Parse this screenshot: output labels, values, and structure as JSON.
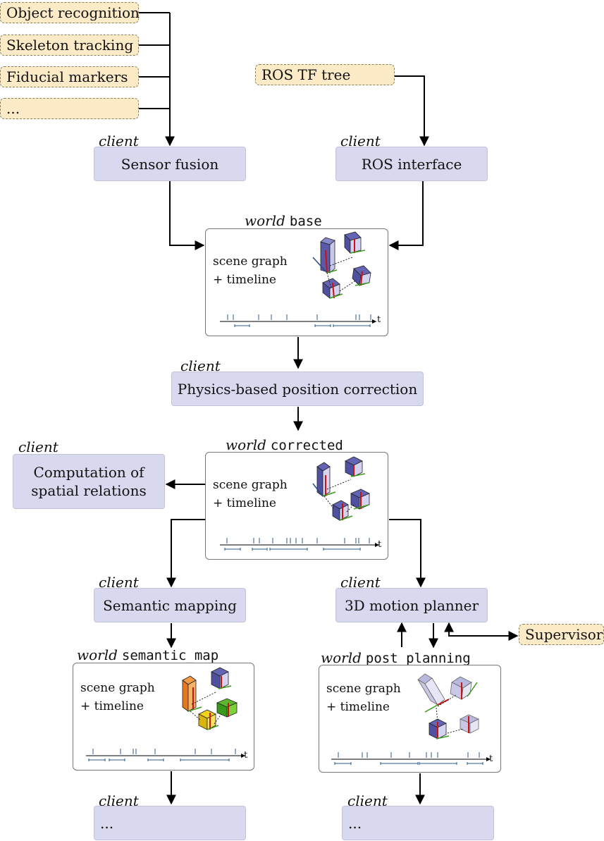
{
  "sources": {
    "object_recognition": "Object recognition",
    "skeleton_tracking": "Skeleton tracking",
    "fiducial_markers": "Fiducial markers",
    "more": "...",
    "ros_tf_tree": "ROS TF tree",
    "supervisor": "Supervisor"
  },
  "client_word": "client",
  "world_word": "world",
  "clients": {
    "sensor_fusion": "Sensor fusion",
    "ros_interface": "ROS interface",
    "physics": "Physics-based position correction",
    "spatial_relations": "Computation of\nspatial relations",
    "semantic_mapping": "Semantic mapping",
    "motion_planner": "3D motion planner",
    "bottom_left": "...",
    "bottom_right": "..."
  },
  "worlds": {
    "base": "base",
    "corrected": "corrected",
    "semantic_map": "semantic_map",
    "post_planning": "post_planning"
  },
  "world_caption": "scene graph\n+ timeline",
  "timeline_axis_label": "t",
  "colors": {
    "source_fill": "#fcebc6",
    "client_fill": "#d8d8ef",
    "cube_blue": "#5a5aa8",
    "cube_orange": "#e8761a",
    "cube_green": "#7bd23a",
    "cube_yellow": "#f2d21a",
    "frame_red": "#cc1111",
    "frame_green": "#3a9a1a",
    "timeline_blue": "#2a5a8a"
  }
}
